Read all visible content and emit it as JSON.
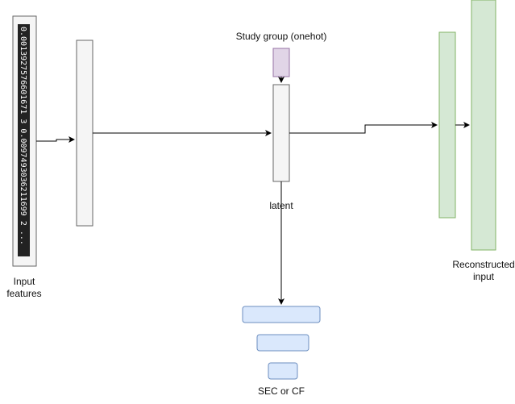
{
  "labels": {
    "input_features_line1": "Input",
    "input_features_line2": "features",
    "study_group": "Study group (onehot)",
    "latent": "latent",
    "reconstructed_line1": "Reconstructed",
    "reconstructed_line2": "input",
    "sec_or_cf": "SEC or CF"
  },
  "input_vector_text": "0.0013927576601671 3 0.0097493036211699 2 ...",
  "colors": {
    "gray_fill": "#f5f5f5",
    "gray_stroke": "#666666",
    "purple_fill": "#e1d5e7",
    "purple_stroke": "#9673a6",
    "green_fill": "#d5e8d4",
    "green_stroke": "#82b366",
    "blue_fill": "#dae8fc",
    "blue_stroke": "#6c8ebf",
    "dark_vector": "#222222",
    "arrow": "#000000"
  }
}
